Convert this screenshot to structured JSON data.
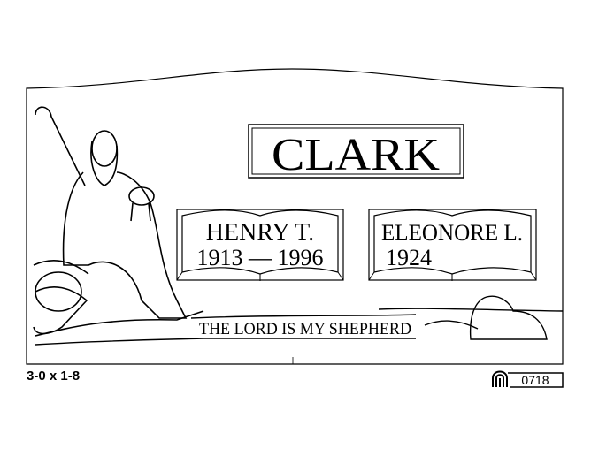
{
  "family_name": "CLARK",
  "panels": [
    {
      "name": "HENRY T.",
      "dates": "1913 — 1996"
    },
    {
      "name": "ELEONORE L.",
      "dates": "1924"
    }
  ],
  "epitaph": "THE LORD IS MY SHEPHERD",
  "size_label": "3-0 x 1-8",
  "design_number": "0718"
}
